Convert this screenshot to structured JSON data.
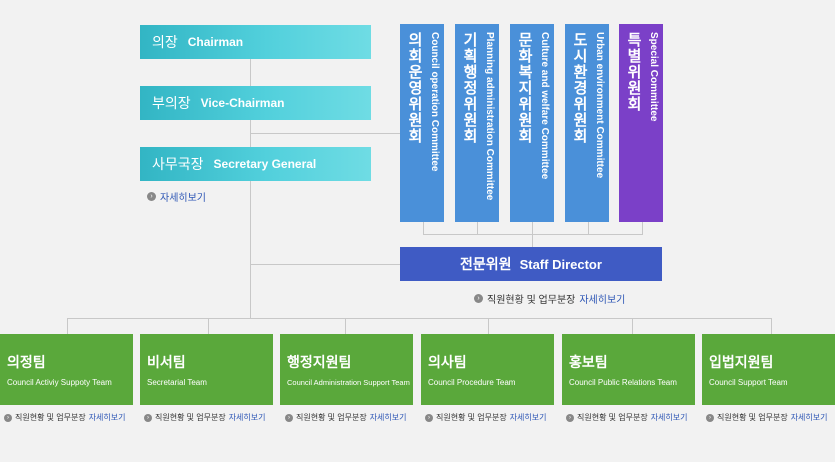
{
  "leaders": [
    {
      "ko": "의장",
      "en": "Chairman"
    },
    {
      "ko": "부의장",
      "en": "Vice-Chairman"
    },
    {
      "ko": "사무국장",
      "en": "Secretary General"
    }
  ],
  "leader_more": "자세히보기",
  "committees": [
    {
      "ko": "의회운영위원회",
      "en": "Council operation Committee"
    },
    {
      "ko": "기획행정위원회",
      "en": "Planning administration Committee"
    },
    {
      "ko": "문화복지위원회",
      "en": "Culture and welfare Committee"
    },
    {
      "ko": "도시환경위원회",
      "en": "Urban environment Committee"
    },
    {
      "ko": "특별위원회",
      "en": "Special Committee"
    }
  ],
  "staff": {
    "ko": "전문위원",
    "en": "Staff Director"
  },
  "staff_more": {
    "prefix": "직원현황 및 업무분장",
    "link": "자세히보기"
  },
  "teams": [
    {
      "ko": "의정팀",
      "en": "Council Activiy Suppoty Team"
    },
    {
      "ko": "비서팀",
      "en": "Secretarial Team"
    },
    {
      "ko": "행정지원팀",
      "en": "Council Administration Support Team"
    },
    {
      "ko": "의사팀",
      "en": "Council Procedure Team"
    },
    {
      "ko": "홍보팀",
      "en": "Council Public Relations Team"
    },
    {
      "ko": "입법지원팀",
      "en": "Council Support Team"
    }
  ],
  "team_more": {
    "prefix": "직원현황 및 업무분장",
    "link": "자세히보기"
  },
  "colors": {
    "teal": "#3cc2cf",
    "committee": "#4a90d9",
    "special": "#7b40c8",
    "staff": "#3f5bc4",
    "team": "#5aa83b"
  }
}
